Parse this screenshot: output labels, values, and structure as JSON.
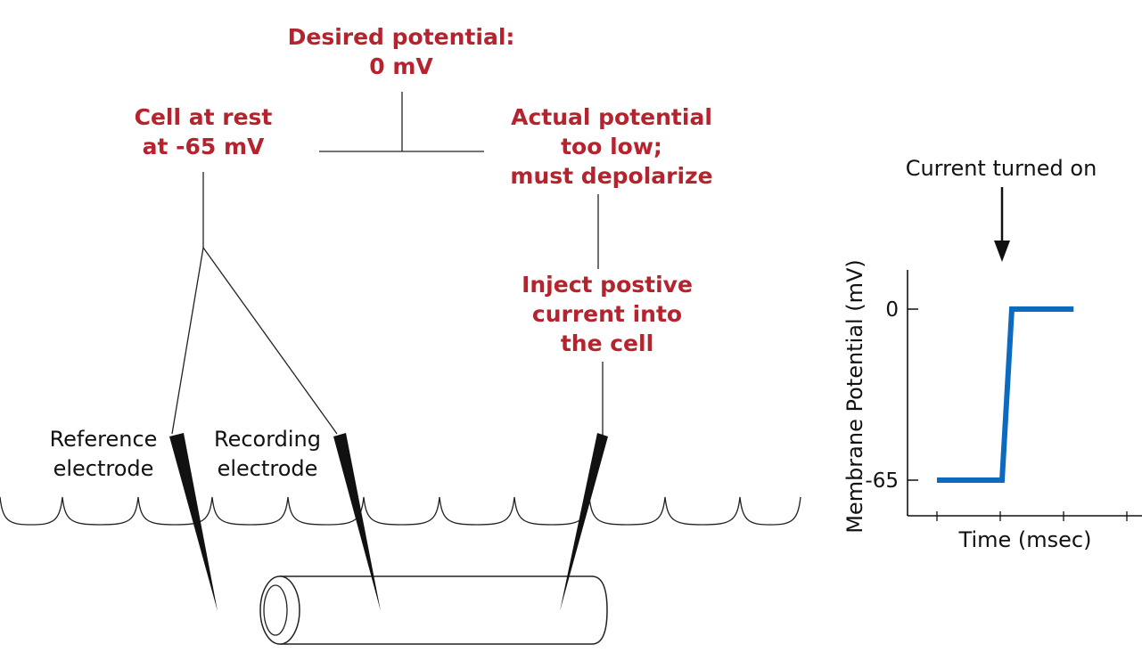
{
  "colors": {
    "annotation": "#b5242e",
    "trace": "#0a6bbf",
    "ink": "#111111"
  },
  "labels": {
    "desired_line1": "Desired potential:",
    "desired_line2": "0 mV",
    "rest_line1": "Cell at rest",
    "rest_line2": "at -65 mV",
    "actual_line1": "Actual potential",
    "actual_line2": "too low;",
    "actual_line3": "must depolarize",
    "inject_line1": "Inject postive",
    "inject_line2": "current into",
    "inject_line3": "the cell",
    "reference_line1": "Reference",
    "reference_line2": "electrode",
    "recording_line1": "Recording",
    "recording_line2": "electrode"
  },
  "chart_data": {
    "type": "line",
    "annotation": "Current turned on",
    "xlabel": "Time (msec)",
    "ylabel": "Membrane Potential (mV)",
    "yticks": [
      0,
      -65
    ],
    "ytick_labels": [
      "0",
      "-65"
    ],
    "ylim": [
      -65,
      0
    ],
    "series": [
      {
        "x": [
          0,
          1,
          1.15,
          2.1
        ],
        "y": [
          -65,
          -65,
          0,
          0
        ]
      }
    ]
  }
}
